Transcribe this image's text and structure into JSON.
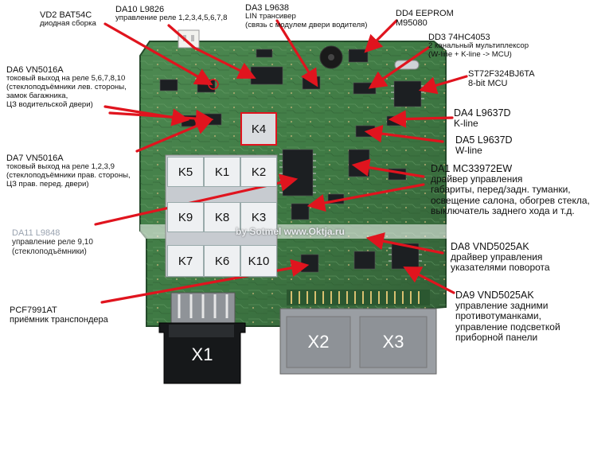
{
  "callouts": [
    {
      "id": "vd2",
      "title": "VD2 BAT54C",
      "desc": [
        "диодная сборка"
      ]
    },
    {
      "id": "da10",
      "title": "DA10 L9826",
      "desc": [
        "управление реле 1,2,3,4,5,6,7,8"
      ]
    },
    {
      "id": "da3",
      "title": "DA3 L9638",
      "desc": [
        "LIN трансивер",
        "(связь с модулем двери водителя)"
      ]
    },
    {
      "id": "dd4",
      "title": "DD4 EEPROM",
      "desc": [
        "M95080"
      ]
    },
    {
      "id": "dd3",
      "title": "DD3 74HC4053",
      "desc": [
        "2 канальный мультиплексор",
        "(W-line + K-line -> MCU)"
      ]
    },
    {
      "id": "da6",
      "title": "DA6 VN5016A",
      "desc": [
        "токовый выход на реле 5,6,7,8,10",
        "(стеклоподъёмники лев. стороны,",
        "замок багажника,",
        "ЦЗ водительской двери)"
      ]
    },
    {
      "id": "mcu",
      "title": "ST72F324BJ6TA",
      "desc": [
        "8-bit MCU"
      ]
    },
    {
      "id": "da4",
      "title": "DA4 L9637D",
      "desc": [
        "K-line"
      ]
    },
    {
      "id": "da5",
      "title": "DA5 L9637D",
      "desc": [
        "W-line"
      ]
    },
    {
      "id": "da7",
      "title": "DA7 VN5016A",
      "desc": [
        "токовый выход на реле 1,2,3,9",
        "(стеклоподъёмники прав. стороны,",
        "ЦЗ прав. перед. двери)"
      ]
    },
    {
      "id": "da1",
      "title": "DA1 MC33972EW",
      "desc": [
        "драйвер управления",
        "габариты, перед/задн. туманки,",
        "освещение салона,  обогрев стекла,",
        "выключатель заднего хода и т.д."
      ]
    },
    {
      "id": "da11",
      "title": "DA11 L9848",
      "desc": [
        "управление реле 9,10",
        "(стеклоподъёмники)"
      ]
    },
    {
      "id": "da8",
      "title": "DA8 VND5025AK",
      "desc": [
        "драйвер управления",
        "указателями поворота"
      ]
    },
    {
      "id": "pcf",
      "title": "PCF7991AT",
      "desc": [
        "приёмник транспондера"
      ]
    },
    {
      "id": "da9",
      "title": "DA9 VND5025AK",
      "desc": [
        "управление задними",
        "противотуманками,",
        "управление подсветкой",
        "приборной панели"
      ]
    }
  ],
  "relays": [
    {
      "id": "k4",
      "label": "K4"
    },
    {
      "id": "k5",
      "label": "K5"
    },
    {
      "id": "k1",
      "label": "K1"
    },
    {
      "id": "k2",
      "label": "K2"
    },
    {
      "id": "k9",
      "label": "K9"
    },
    {
      "id": "k8",
      "label": "K8"
    },
    {
      "id": "k3",
      "label": "K3"
    },
    {
      "id": "k7",
      "label": "K7"
    },
    {
      "id": "k6",
      "label": "K6"
    },
    {
      "id": "k10",
      "label": "K10"
    }
  ],
  "connectors": [
    {
      "id": "x1",
      "label": "X1"
    },
    {
      "id": "x2",
      "label": "X2"
    },
    {
      "id": "x3",
      "label": "X3"
    }
  ],
  "watermark": "by Sotmel   www.Oktja.ru",
  "colors": {
    "pcb": "#3f7a44",
    "pcb_dark": "#27522c",
    "arrow": "#e0141e",
    "relay_body": "#eef0f2",
    "connector_black": "#16181a",
    "connector_gray": "#9a9ea3"
  }
}
